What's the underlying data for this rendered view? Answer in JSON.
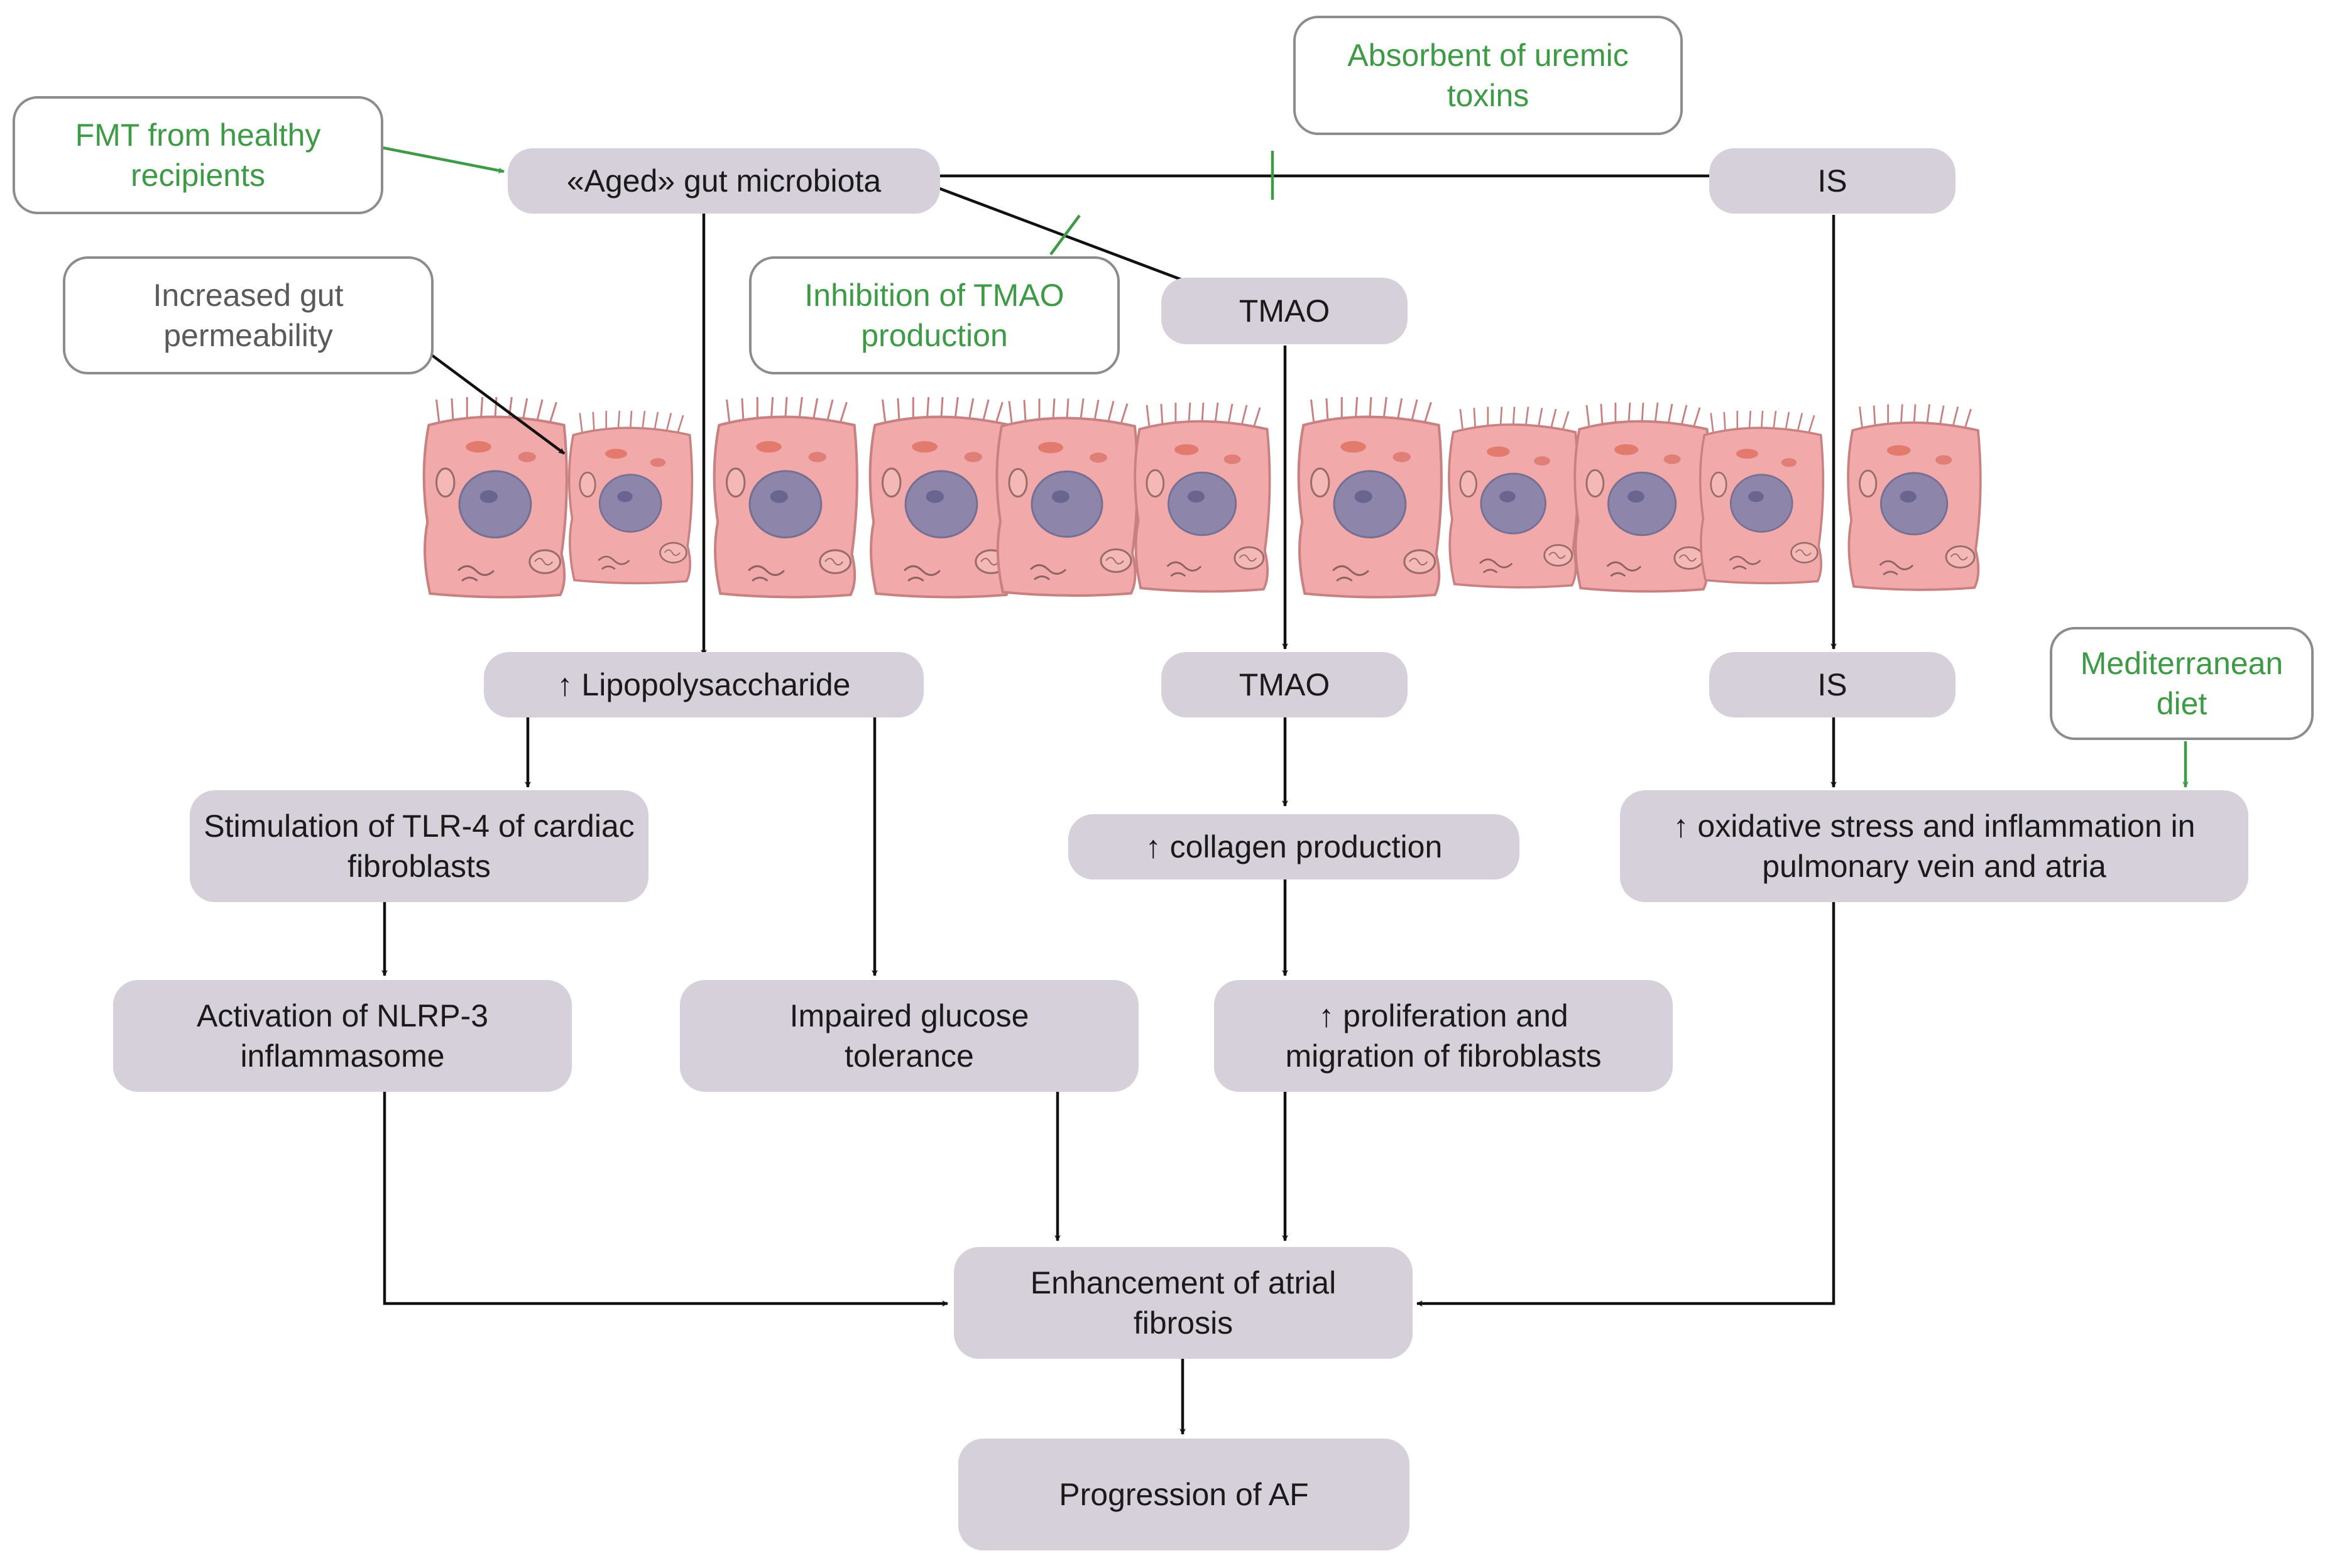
{
  "nodes": {
    "aged_microbiota": "«Aged» gut microbiota",
    "is_top": "IS",
    "tmao_top": "TMAO",
    "lps": "↑ Lipopolysaccharide",
    "tmao_mid": "TMAO",
    "is_mid": "IS",
    "tlr4": "Stimulation of TLR-4 of cardiac fibroblasts",
    "collagen": "↑ collagen production",
    "oxidative": "↑ oxidative stress and inflammation in pulmonary vein and atria",
    "nlrp3": "Activation of NLRP-3 inflammasome",
    "glucose": "Impaired glucose tolerance",
    "proliferation": "↑ proliferation and migration of fibroblasts",
    "fibrosis": "Enhancement of atrial fibrosis",
    "progression": "Progression of AF"
  },
  "notes": {
    "fmt": "FMT from healthy recipients",
    "absorbent": "Absorbent of uremic toxins",
    "permeability": "Increased gut permeability",
    "tmao_inhibition": "Inhibition of TMAO production",
    "mediterranean": "Mediterranean diet"
  },
  "colors": {
    "node_fill": "#d6d0da",
    "intervention_text": "#3d9a45",
    "cell_fill": "#f2a9a9",
    "nucleus": "#8d86aa"
  }
}
